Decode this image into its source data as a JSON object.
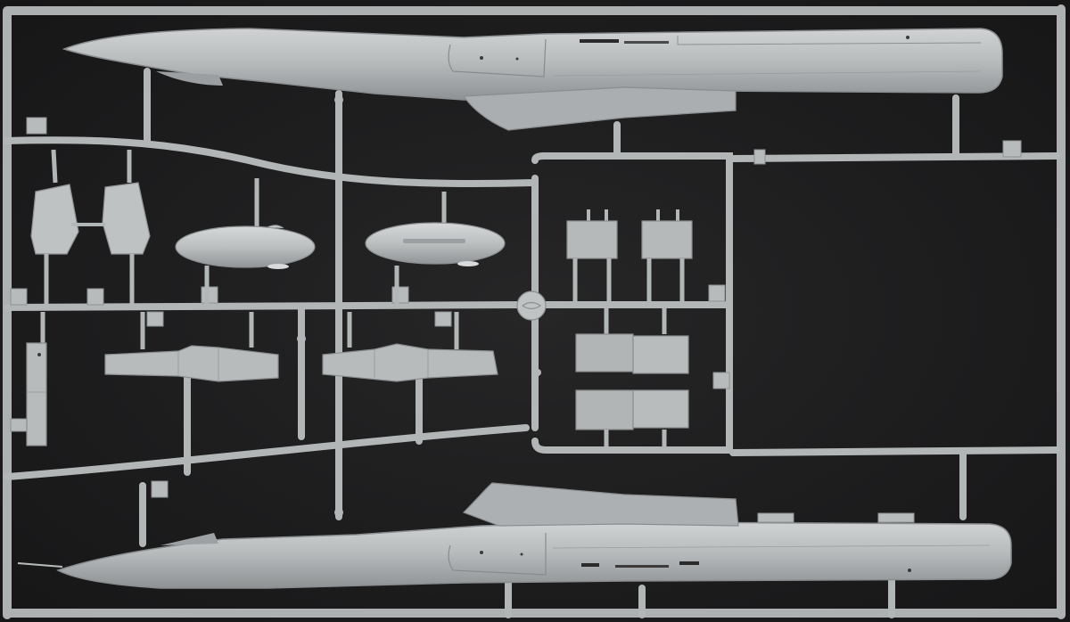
{
  "scene": {
    "background": "#1f1f20",
    "plastic": "#b8bbbc",
    "plastic_light": "#cfd1d2",
    "plastic_shadow": "#8e9193",
    "hole": "#2b2b2c"
  },
  "subjects": [
    {
      "name": "fuselage-half-top"
    },
    {
      "name": "fuselage-half-bottom"
    },
    {
      "name": "wing-pylon-pair"
    },
    {
      "name": "drop-tank-left"
    },
    {
      "name": "drop-tank-right"
    },
    {
      "name": "flap-strip-left"
    },
    {
      "name": "flap-strip-right"
    },
    {
      "name": "airbrake-plates"
    },
    {
      "name": "small-panel-pair"
    },
    {
      "name": "vertical-side-part"
    }
  ]
}
